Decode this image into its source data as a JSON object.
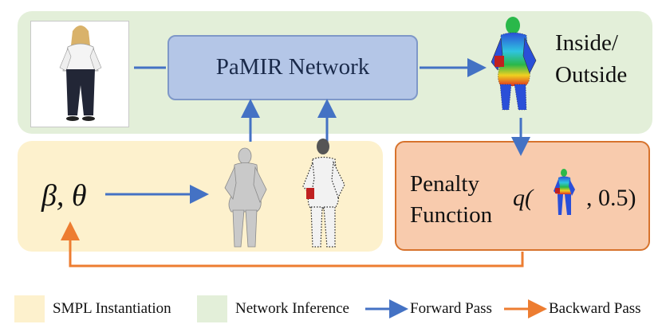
{
  "network": {
    "label": "PaMIR Network"
  },
  "inside_outside": {
    "line1": "Inside/",
    "line2": "Outside"
  },
  "params": {
    "label": "β, θ"
  },
  "penalty": {
    "line1": "Penalty",
    "line2": "Function",
    "formula_prefix": "q(",
    "formula_suffix": ", 0.5)"
  },
  "legend": {
    "smpl": "SMPL Instantiation",
    "network_inference": "Network Inference",
    "forward": "Forward Pass",
    "backward": "Backward Pass"
  },
  "colors": {
    "network_inference_bg": "#e3efd9",
    "smpl_bg": "#fdf1cd",
    "network_box": "#b4c6e7",
    "network_border": "#7f98c8",
    "penalty_bg": "#f8cbad",
    "penalty_border": "#d7732d",
    "forward_arrow": "#4472c4",
    "backward_arrow": "#ed7d31"
  },
  "icons": {
    "photo": "person-photo",
    "body_mesh": "smpl-body-mesh",
    "point_mesh": "point-cloud-body",
    "colored_body": "colored-occupancy-body"
  }
}
